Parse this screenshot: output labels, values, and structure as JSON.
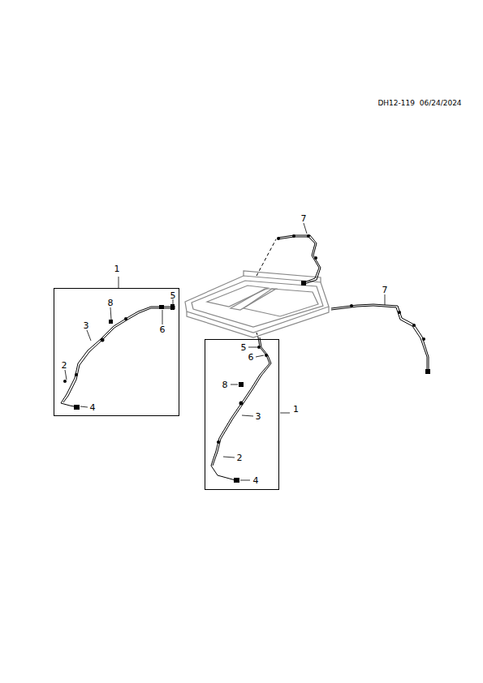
{
  "diagram": {
    "nodes": [
      {
        "text": [
          "1"
        ]
      },
      {
        "text": [
          "1"
        ]
      }
    ],
    "labels": [
      "DH12-119  06/24/2024",
      "7",
      "7",
      "8",
      "5",
      "6",
      "3",
      "2",
      "4",
      "5",
      "6",
      "8",
      "3",
      "2",
      "4"
    ]
  }
}
